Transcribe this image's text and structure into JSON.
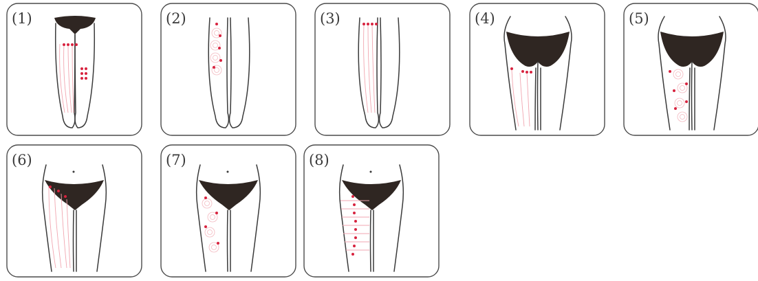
{
  "colors": {
    "frame": "#4a4a4a",
    "outline": "#3a3a3a",
    "underwear": "#2f2622",
    "massage_line": "#f1a6b0",
    "massage_point": "#d8233f"
  },
  "panels": [
    {
      "label": "(1)",
      "view": "legs-back"
    },
    {
      "label": "(2)",
      "view": "legs-back"
    },
    {
      "label": "(3)",
      "view": "legs-back"
    },
    {
      "label": "(4)",
      "view": "hips-back"
    },
    {
      "label": "(5)",
      "view": "hips-back"
    },
    {
      "label": "(6)",
      "view": "hips-front"
    },
    {
      "label": "(7)",
      "view": "hips-front"
    },
    {
      "label": "(8)",
      "view": "hips-front"
    }
  ]
}
